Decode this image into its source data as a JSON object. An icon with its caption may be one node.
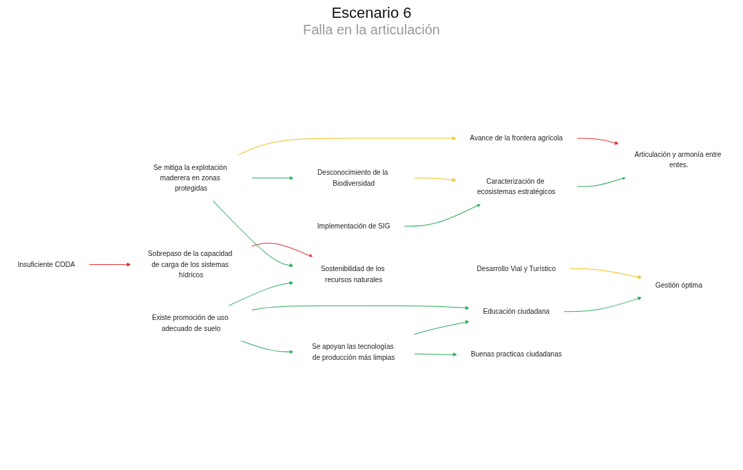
{
  "diagram": {
    "title": "Escenario 6",
    "nodes": [
      {
        "text": [
          "Insuficiente CODA"
        ]
      },
      {
        "text": [
          "Sobrepaso de la capacidad de carga de los sistemas hídricos"
        ]
      },
      {
        "text": [
          "Se mitiga la explotación maderera en zonas protegidas"
        ]
      },
      {
        "text": [
          "Avance de la frontera agrícola"
        ]
      },
      {
        "text": [
          "Desconocimiento de la Biodiversidad"
        ]
      },
      {
        "text": [
          "Caracterización de ecosistemas estratégicos"
        ]
      },
      {
        "text": [
          "Implementación de SIG"
        ]
      },
      {
        "text": [
          "Desarrollo Vial y Turístico"
        ]
      },
      {
        "text": [
          "Existe promoción de uso adecuado de suelo"
        ]
      },
      {
        "text": [
          "Educación ciudadana"
        ]
      },
      {
        "text": [
          "Se apoyan las tecnologías de producción más limpias"
        ]
      },
      {
        "text": [
          "Gestión óptima"
        ]
      },
      {
        "text": [
          "Sostenibilidad de los recursos naturales"
        ]
      },
      {
        "text": [
          "Articulación y armonía entre entes."
        ]
      },
      {
        "text": [
          "Buenas practicas ciudadanas"
        ]
      }
    ],
    "edges": [
      {
        "from": 0,
        "to": 1,
        "arrow": "to",
        "color": "#e03030"
      },
      {
        "from": 1,
        "to": 12,
        "arrow": "to",
        "color": "#e03030"
      },
      {
        "from": 2,
        "to": 12,
        "arrow": "to"
      },
      {
        "from": 2,
        "to": 3,
        "arrow": "to",
        "color": "#f0c020"
      },
      {
        "from": 2,
        "to": 4,
        "arrow": "to"
      },
      {
        "from": 4,
        "to": 5,
        "arrow": "to",
        "color": "#f0c020"
      },
      {
        "from": 6,
        "to": 5,
        "arrow": "to"
      },
      {
        "from": 3,
        "to": 13,
        "arrow": "to",
        "color": "#e03030"
      },
      {
        "from": 5,
        "to": 13,
        "arrow": "to"
      },
      {
        "from": 7,
        "to": 11,
        "arrow": "to",
        "color": "#f0c020"
      },
      {
        "from": 8,
        "to": 12,
        "arrow": "to"
      },
      {
        "from": 8,
        "to": 9,
        "arrow": "to"
      },
      {
        "from": 9,
        "to": 11,
        "arrow": "to"
      },
      {
        "from": 8,
        "to": 10,
        "arrow": "to"
      },
      {
        "from": 10,
        "to": 9,
        "arrow": "to"
      },
      {
        "from": 10,
        "to": 14,
        "arrow": "to"
      }
    ],
    "labels": [
      "Falla en la articulación"
    ]
  }
}
